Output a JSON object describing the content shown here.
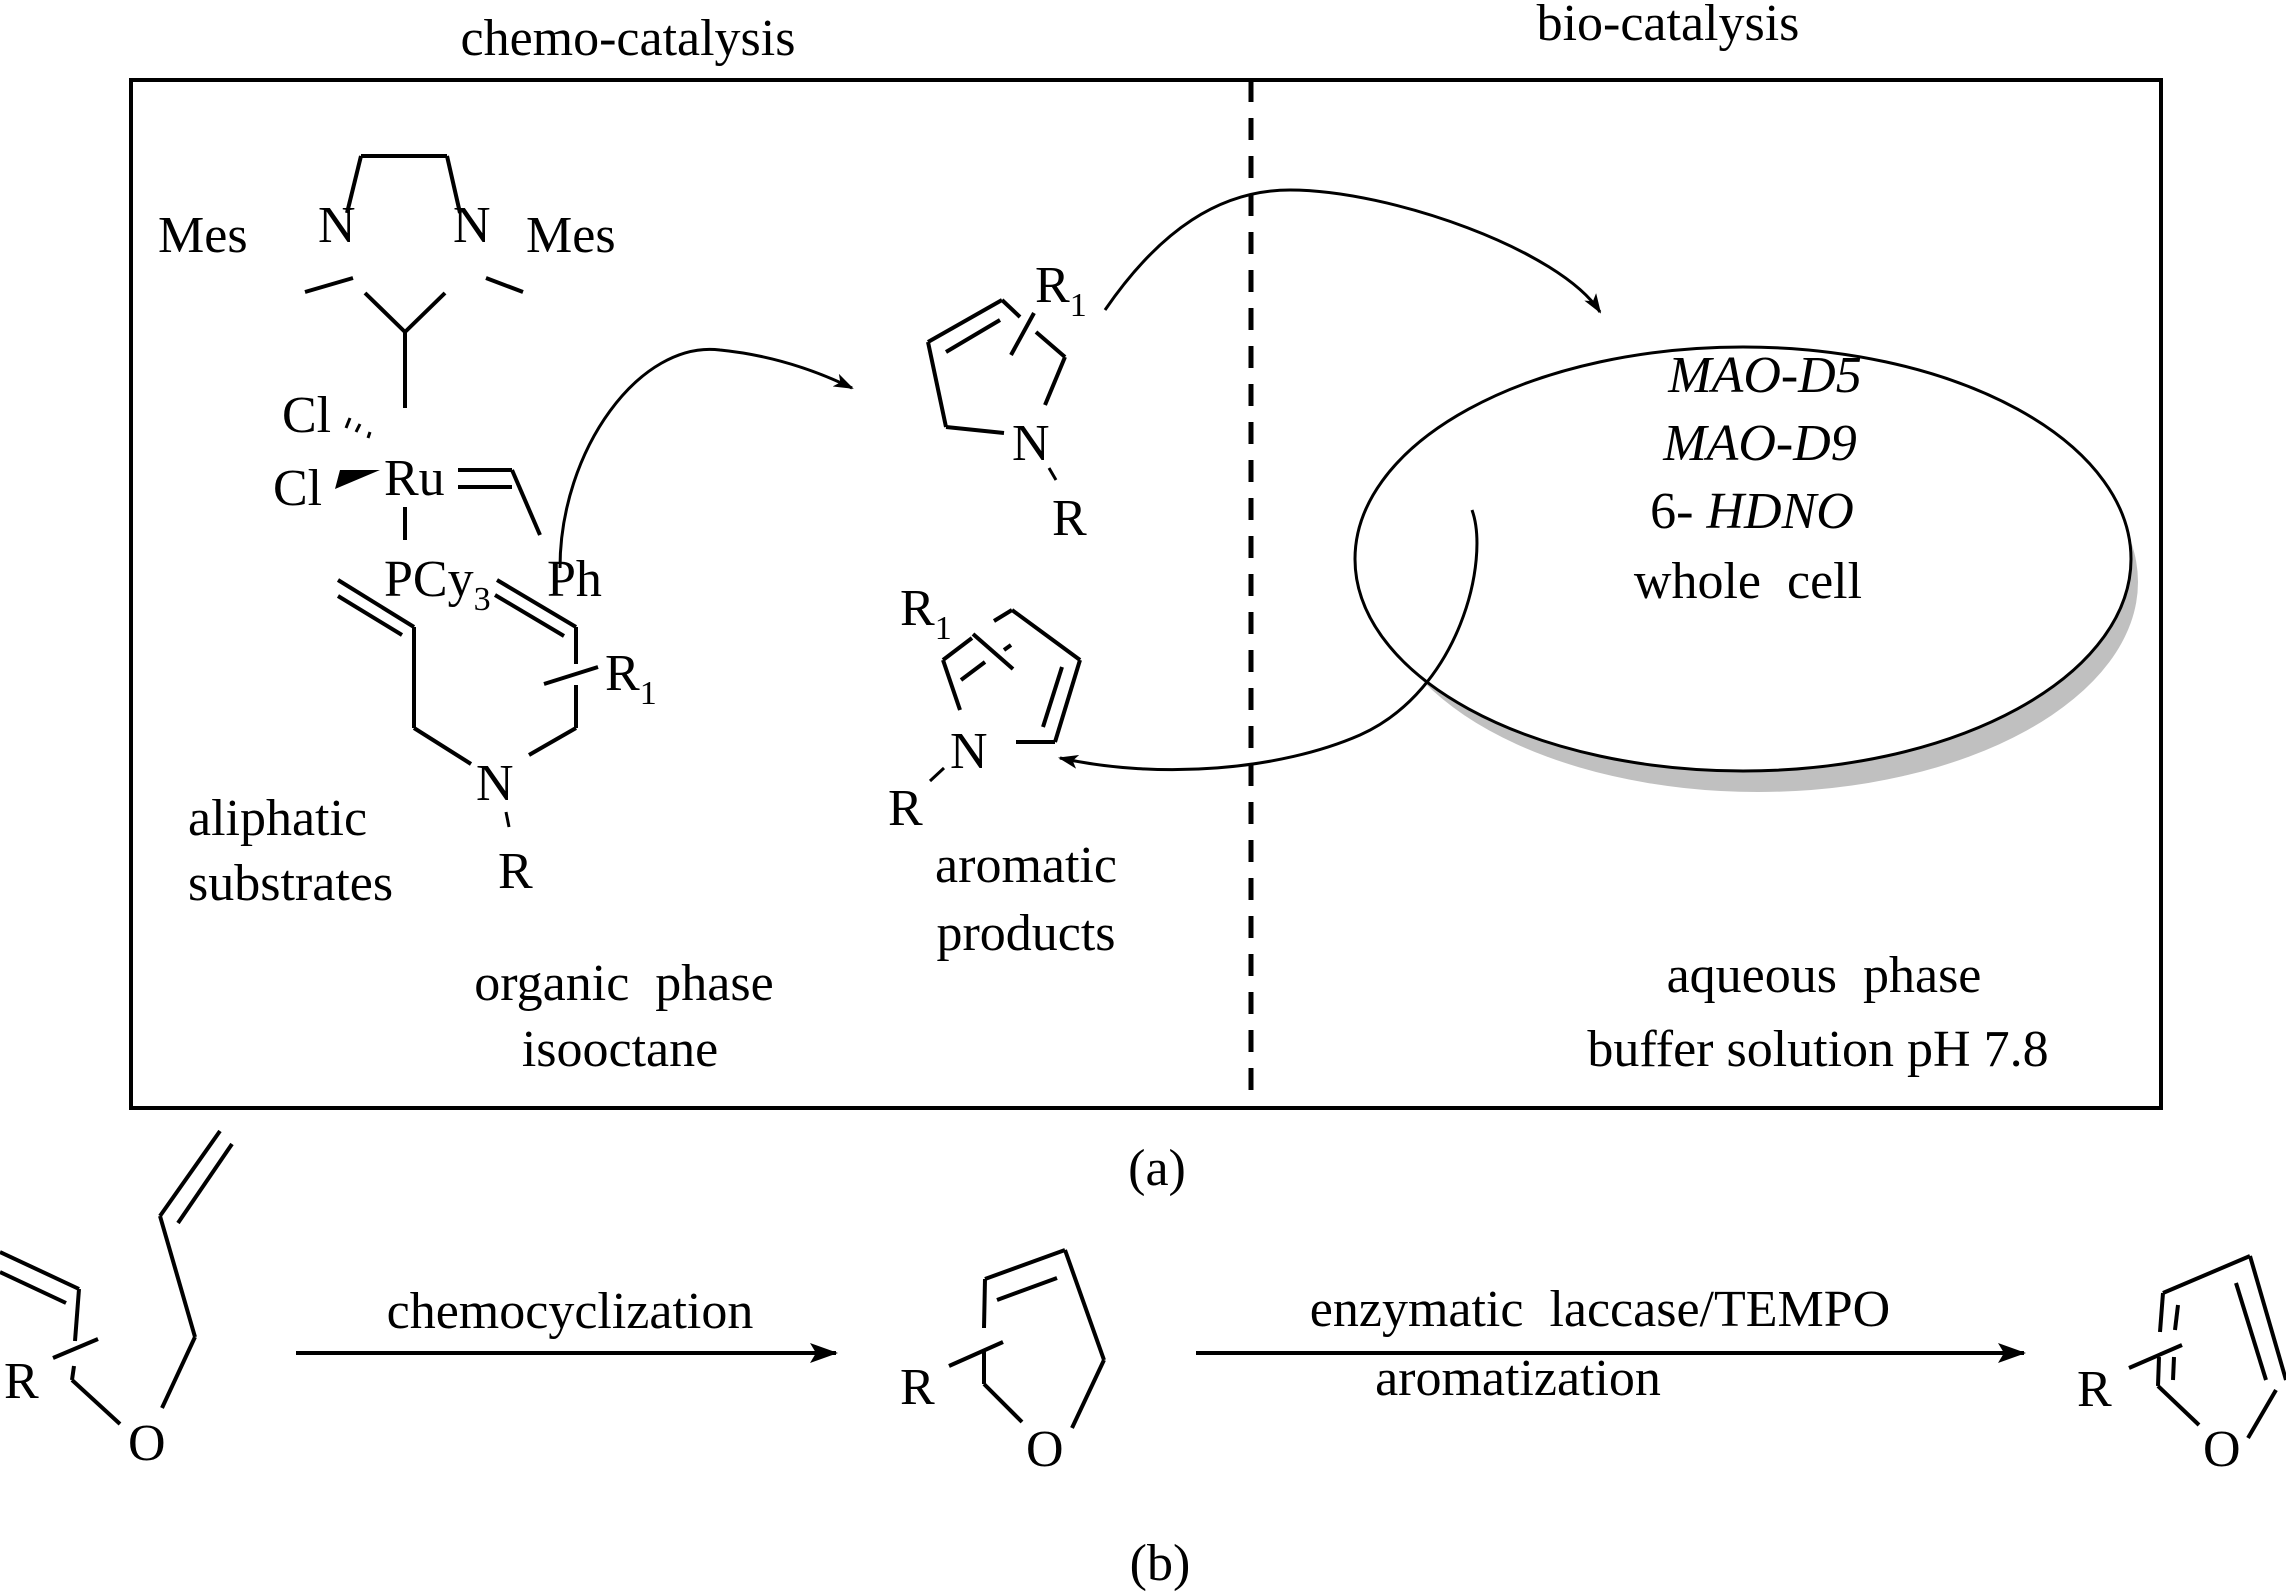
{
  "headers": {
    "left": "chemo-catalysis",
    "right": "bio-catalysis"
  },
  "catalyst": {
    "mes_left": "Mes",
    "mes_right": "Mes",
    "n_left": "N",
    "n_right": "N",
    "cl_top": "Cl",
    "cl_bottom": "Cl",
    "ru": "Ru",
    "pcy": "PCy",
    "pcy_sub": "3",
    "ph": "Ph"
  },
  "substrate": {
    "n": "N",
    "r": "R",
    "r1": "R",
    "r1_sub": "1",
    "caption_line1": "aliphatic",
    "caption_line2": "substrates"
  },
  "pyrroline": {
    "n": "N",
    "r": "R",
    "r1": "R",
    "r1_sub": "1"
  },
  "pyrrole": {
    "n": "N",
    "r": "R",
    "r1": "R",
    "r1_sub": "1",
    "caption_line1": "aromatic",
    "caption_line2": "products"
  },
  "enzymes": {
    "items": [
      "MAO-D5",
      "MAO-D9",
      "6-HDNO"
    ],
    "whole_cell": "whole  cell"
  },
  "phases": {
    "organic_line1": "organic  phase",
    "organic_line2": "isooctane",
    "aqueous_line1": "aqueous  phase",
    "aqueous_line2": "buffer solution pH 7.8"
  },
  "panel_labels": {
    "a": "(a)",
    "b": "(b)"
  },
  "scheme_b": {
    "step1_label": "chemocyclization",
    "step2_label_top": "enzymatic  laccase/TEMPO",
    "step2_label_bottom": "aromatization",
    "r": "R",
    "o": "O"
  },
  "colors": {
    "ink": "#000000",
    "shadow": "#c0c0c0",
    "background": "#ffffff"
  }
}
